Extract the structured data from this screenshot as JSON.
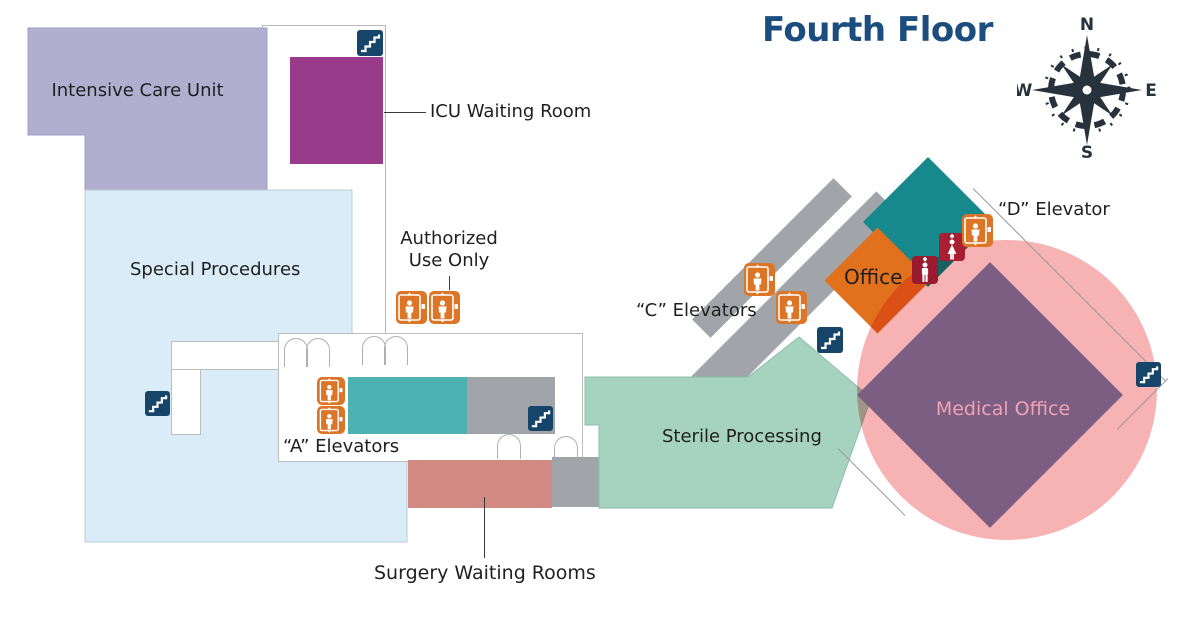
{
  "title": "Fourth Floor",
  "compass": {
    "north": "N",
    "east": "E",
    "south": "S",
    "west": "W"
  },
  "labels": {
    "icu": "Intensive Care Unit",
    "icu_waiting": "ICU Waiting Room",
    "special_procedures": "Special Procedures",
    "authorized_line1": "Authorized",
    "authorized_line2": "Use Only",
    "a_elevators": "“A” Elevators",
    "surgery_waiting": "Surgery Waiting Rooms",
    "sterile_processing": "Sterile Processing",
    "c_elevators": "“C” Elevators",
    "office": "Office",
    "d_elevator": "“D” Elevator",
    "medical_office": "Medical Office"
  },
  "colors": {
    "title_navy": "#1b4d7e",
    "icu_lavender": "#b2aecf",
    "icu_waiting_magenta": "#993a8b",
    "special_procedures_blue": "#d9ecf8",
    "corridor_teal": "#4fb2b2",
    "corridor_gray": "#a1a5aa",
    "surgery_salmon": "#d18b84",
    "sterile_mint": "#a6d3bf",
    "office_orange": "#e2711d",
    "teal_diamond": "#17898d",
    "medical_office_purple": "#7b5e82",
    "highlight_pink": "#f7b3b3",
    "stairs_icon_navy": "#164569",
    "elevator_icon_orange": "#dd7526",
    "restroom_icon_red": "#a01c2f",
    "compass_dark": "#27323c"
  }
}
